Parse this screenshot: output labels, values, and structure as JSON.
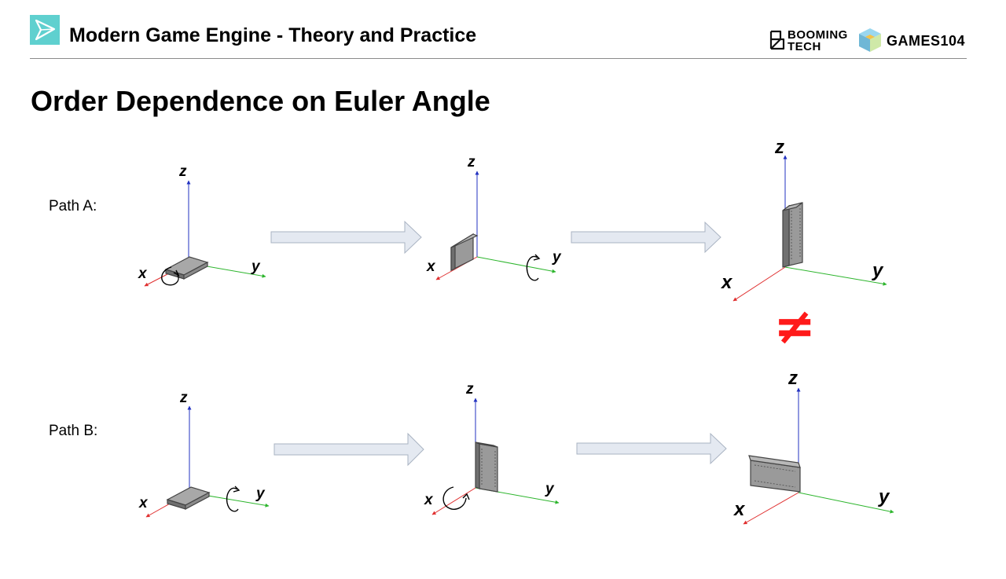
{
  "header": {
    "course_title": "Modern Game Engine - Theory and Practice",
    "logo_booming_line1": "BOOMING",
    "logo_booming_line2": "TECH",
    "logo_games": "GAMES104"
  },
  "slide": {
    "title": "Order Dependence on Euler Angle",
    "path_a_label": "Path A:",
    "path_b_label": "Path B:",
    "not_equal_symbol": "≠"
  },
  "axes": {
    "x": "x",
    "y": "y",
    "z": "z"
  },
  "colors": {
    "axis_x": "#e03030",
    "axis_y": "#2db52d",
    "axis_z": "#2030c0",
    "block_fill": "#8f8f8f",
    "block_edge": "#444444",
    "arrow_fill": "#e4e9f1",
    "arrow_stroke": "#a9b3c2",
    "not_equal": "#ff1a1a",
    "logo_tile": "#5fd0cf",
    "header_rule": "#8a8a8a"
  },
  "icons": {
    "logo": "play-triangle-icon",
    "booming": "booming-tech-icon",
    "games": "games-cube-icon",
    "rotation": "rotation-arrow-icon",
    "process": "process-arrow-icon"
  }
}
